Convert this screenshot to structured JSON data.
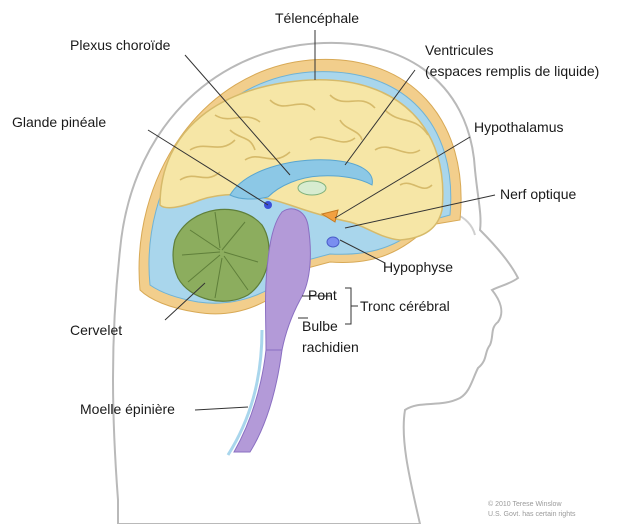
{
  "labels": {
    "telencephale": "Télencéphale",
    "plexus": "Plexus choroïde",
    "ventricules_1": "Ventricules",
    "ventricules_2": "(espaces remplis de liquide)",
    "glande": "Glande pinéale",
    "hypothalamus": "Hypothalamus",
    "nerf": "Nerf optique",
    "hypophyse": "Hypophyse",
    "pont": "Pont",
    "tronc": "Tronc cérébral",
    "bulbe_1": "Bulbe",
    "bulbe_2": "rachidien",
    "cervelet": "Cervelet",
    "moelle": "Moelle épinière"
  },
  "copyright": {
    "line1": "© 2010 Terese Winslow",
    "line2": "U.S. Govt. has certain rights"
  },
  "colors": {
    "skin_outline": "#b9b9b9",
    "skull": "#f2ce8c",
    "csf": "#a9d6ec",
    "cortex": "#f6e6a6",
    "cortex_fold": "#d6ba6a",
    "ventricle": "#8cc8e6",
    "cerebellum": "#8cad5e",
    "brainstem": "#b39ad8",
    "pituitary": "#7a8ef0",
    "optic_nerve": "#f2a040",
    "pineal": "#3a4fd8"
  }
}
